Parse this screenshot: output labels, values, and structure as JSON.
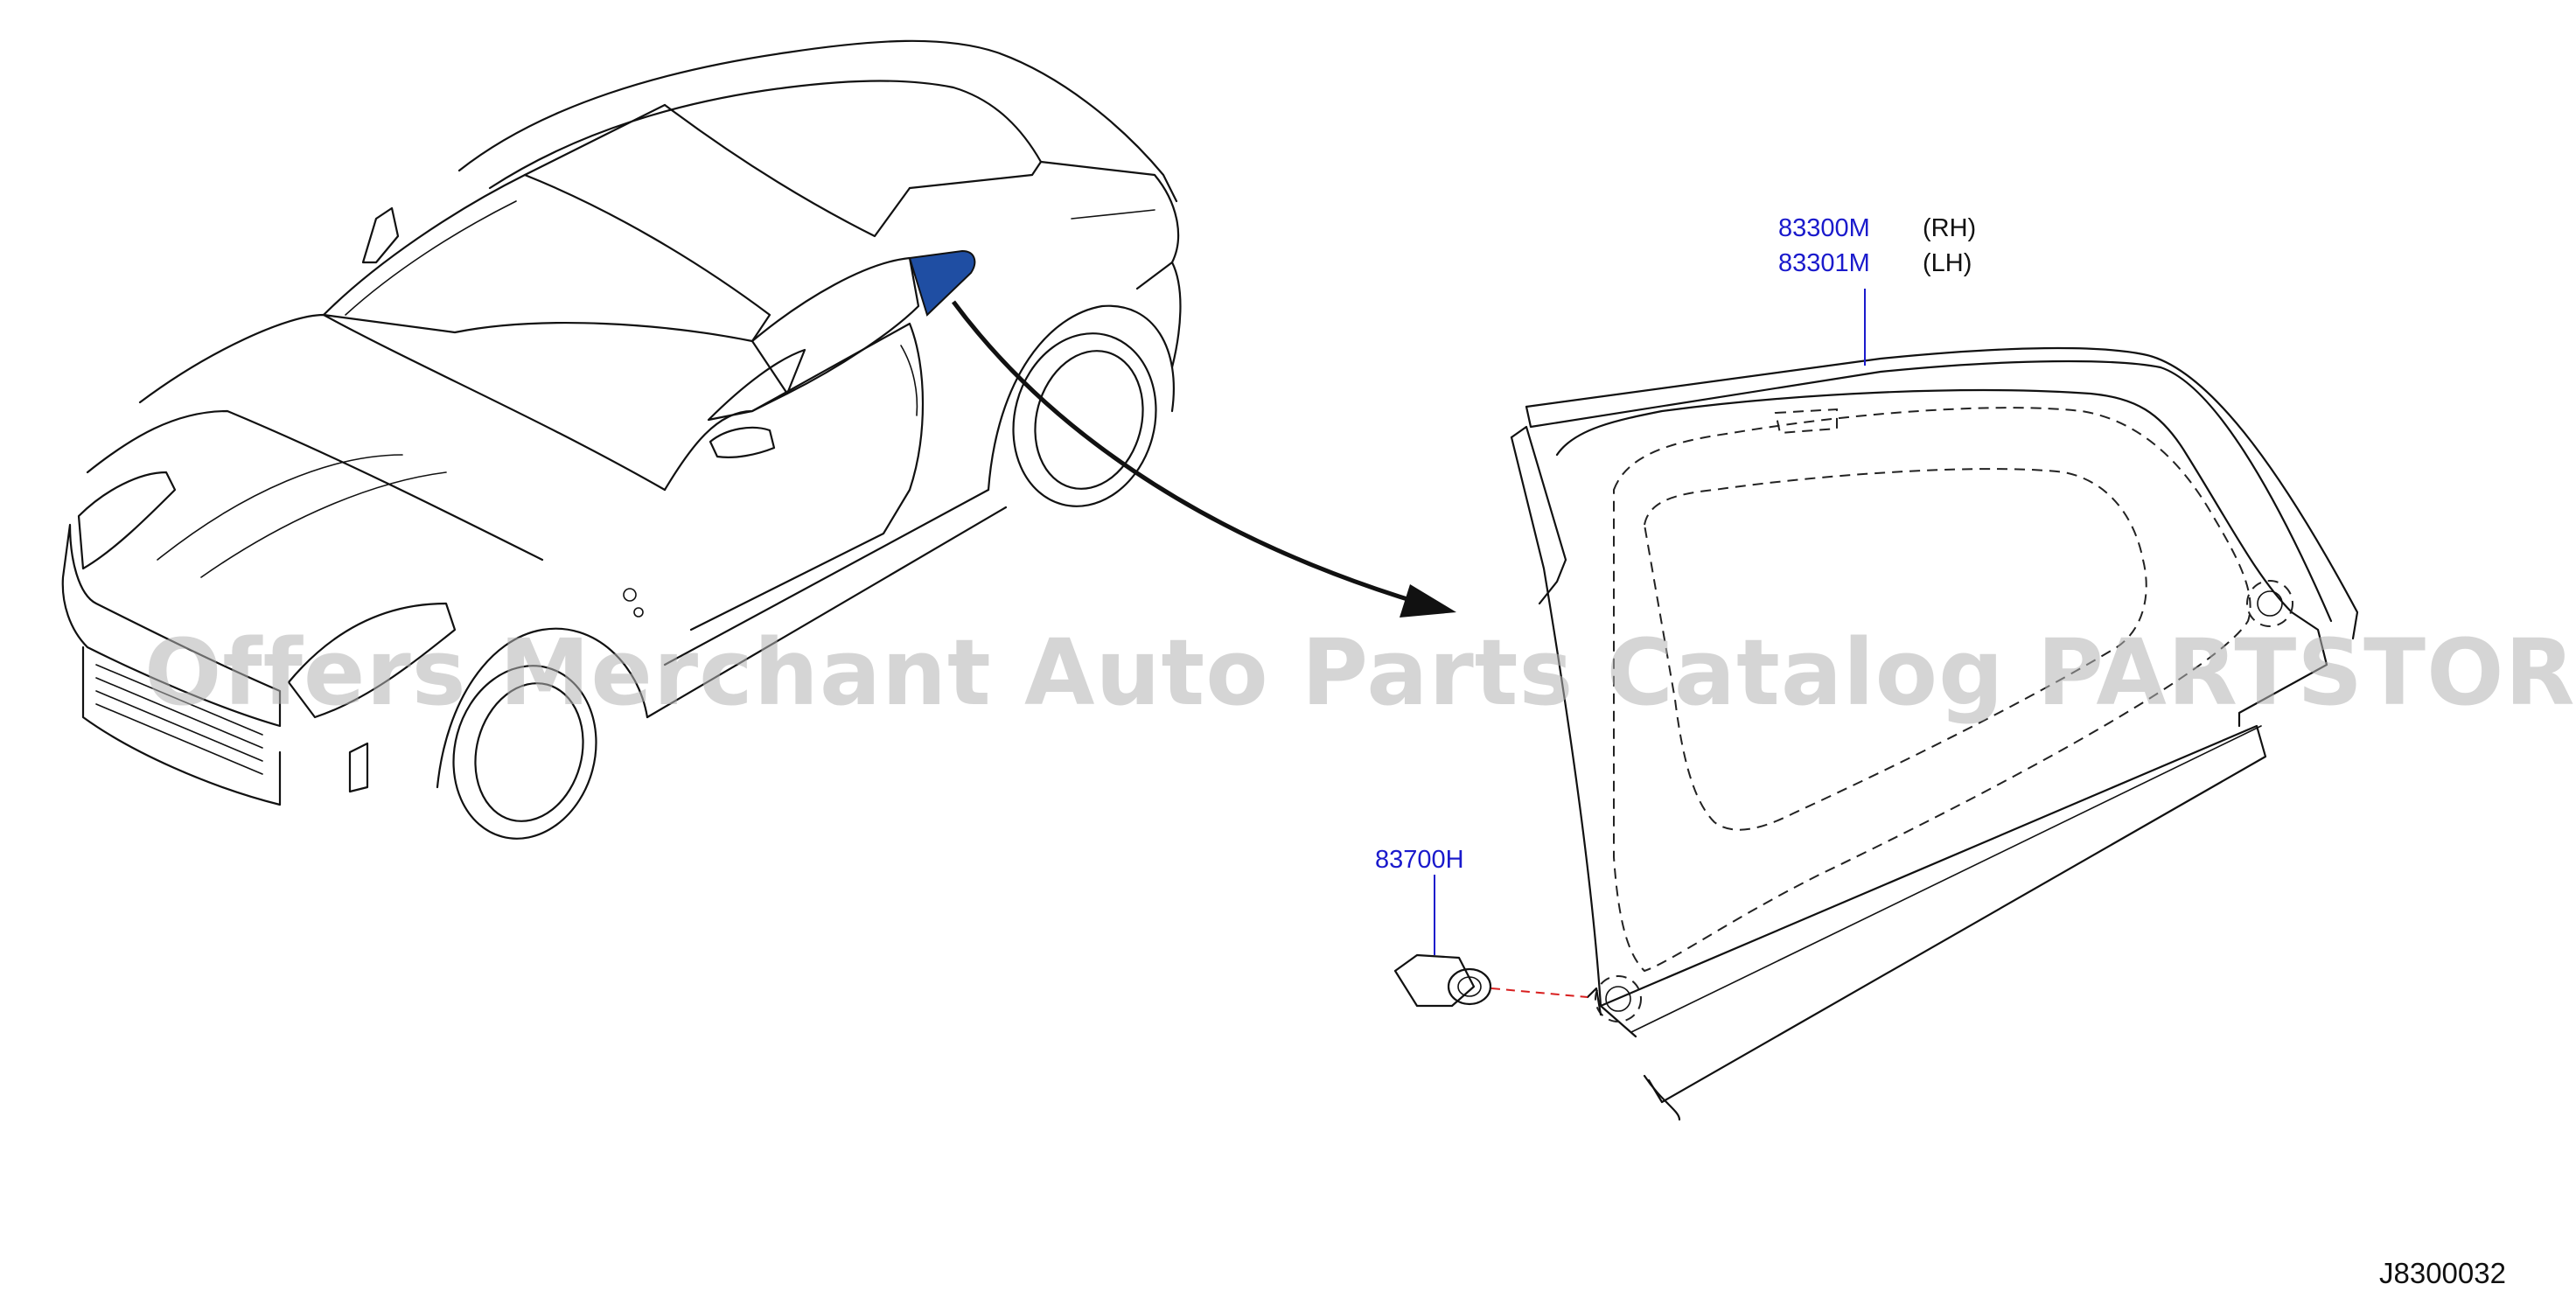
{
  "callouts": {
    "trim_rh_number": "83300M",
    "trim_rh_side": "(RH)",
    "trim_lh_number": "83301M",
    "trim_lh_side": "(LH)",
    "clip_number": "83700H"
  },
  "watermark": "Offers Merchant Auto Parts Catalog PARTSTORE.SA",
  "diagram_code": "J8300032",
  "colors": {
    "part_number": "#1a1acc",
    "highlight_window": "#1f4ea3",
    "leader_clip_dashed": "#d81e1e",
    "watermark": "#b4b4b4",
    "line_art": "#111111"
  },
  "icons": {
    "car": "car-isometric-icon",
    "trim_panel": "quarter-window-trim-panel",
    "clip": "grommet-clip-icon",
    "arrow": "pointer-arrow"
  }
}
